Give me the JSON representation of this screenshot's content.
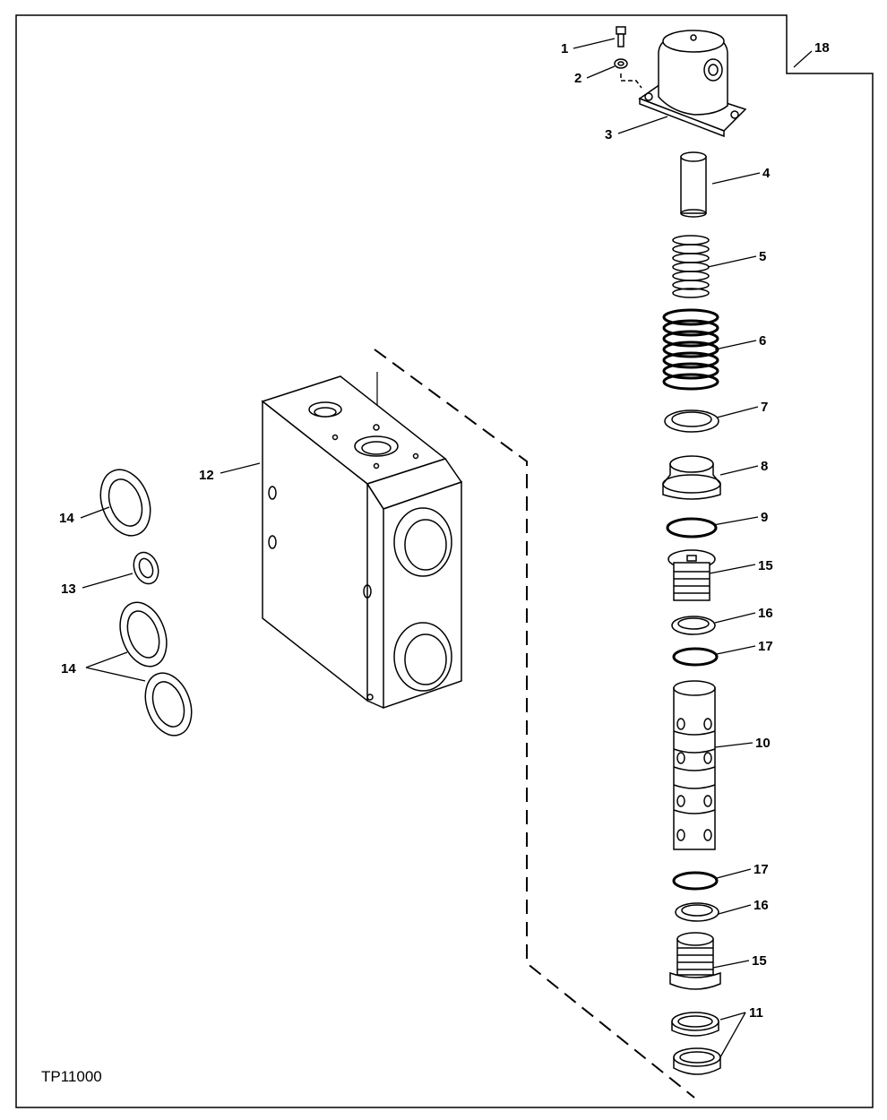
{
  "figure_id": "TP11000",
  "callouts": [
    {
      "id": "c1",
      "label": "1"
    },
    {
      "id": "c2",
      "label": "2"
    },
    {
      "id": "c3",
      "label": "3"
    },
    {
      "id": "c4",
      "label": "4"
    },
    {
      "id": "c5",
      "label": "5"
    },
    {
      "id": "c6",
      "label": "6"
    },
    {
      "id": "c7",
      "label": "7"
    },
    {
      "id": "c8",
      "label": "8"
    },
    {
      "id": "c9",
      "label": "9"
    },
    {
      "id": "c15a",
      "label": "15"
    },
    {
      "id": "c16a",
      "label": "16"
    },
    {
      "id": "c17a",
      "label": "17"
    },
    {
      "id": "c10",
      "label": "10"
    },
    {
      "id": "c17b",
      "label": "17"
    },
    {
      "id": "c16b",
      "label": "16"
    },
    {
      "id": "c15b",
      "label": "15"
    },
    {
      "id": "c11",
      "label": "11"
    },
    {
      "id": "c18",
      "label": "18"
    },
    {
      "id": "c12",
      "label": "12"
    },
    {
      "id": "c14a",
      "label": "14"
    },
    {
      "id": "c13",
      "label": "13"
    },
    {
      "id": "c14b",
      "label": "14"
    }
  ]
}
